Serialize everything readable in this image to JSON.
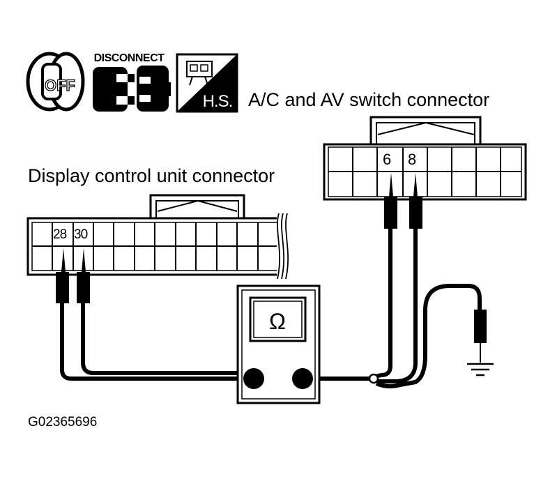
{
  "icons": {
    "ignition": {
      "name": "ignition-off-icon",
      "text": "OFF"
    },
    "disconnect": {
      "name": "disconnect-icon",
      "text": "DISCONNECT"
    },
    "harness_side": {
      "name": "harness-side-icon",
      "text": "H.S."
    }
  },
  "av_connector": {
    "title": "A/C and AV switch connector",
    "pins": [
      "6",
      "8"
    ]
  },
  "display_connector": {
    "title": "Display control unit connector",
    "pins": [
      "28",
      "30"
    ]
  },
  "meter": {
    "symbol": "Ω"
  },
  "ground": {
    "name": "ground-symbol"
  },
  "figure_code": "G02365696"
}
